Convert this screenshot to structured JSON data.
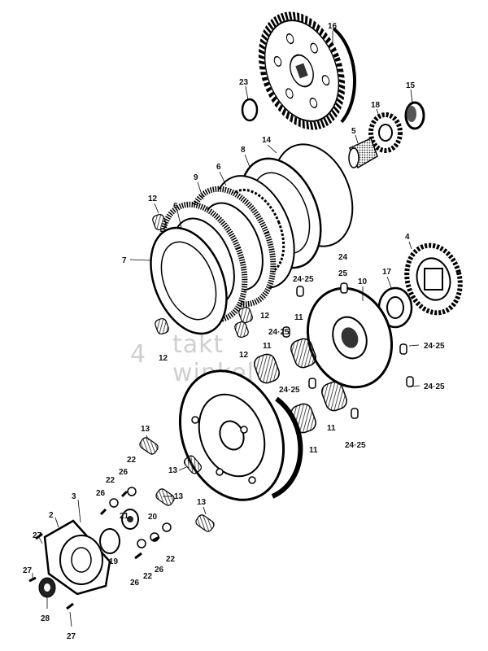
{
  "diagram": {
    "watermark": {
      "digit": "4",
      "line1": "takt",
      "line2": "winkel"
    },
    "callouts": [
      {
        "id": "c16",
        "text": "16"
      },
      {
        "id": "c23",
        "text": "23"
      },
      {
        "id": "c15",
        "text": "15"
      },
      {
        "id": "c18",
        "text": "18"
      },
      {
        "id": "c5",
        "text": "5"
      },
      {
        "id": "c8",
        "text": "8"
      },
      {
        "id": "c14",
        "text": "14"
      },
      {
        "id": "c9",
        "text": "9"
      },
      {
        "id": "c6a",
        "text": "6"
      },
      {
        "id": "c6b",
        "text": "6"
      },
      {
        "id": "c12a",
        "text": "12"
      },
      {
        "id": "c7",
        "text": "7"
      },
      {
        "id": "c4",
        "text": "4"
      },
      {
        "id": "c24a",
        "text": "24"
      },
      {
        "id": "c25a",
        "text": "25"
      },
      {
        "id": "c17",
        "text": "17"
      },
      {
        "id": "c10",
        "text": "10"
      },
      {
        "id": "c2425a",
        "text": "24·25"
      },
      {
        "id": "c12b",
        "text": "12"
      },
      {
        "id": "c11a",
        "text": "11"
      },
      {
        "id": "c2425b",
        "text": "24·25"
      },
      {
        "id": "c12c",
        "text": "12"
      },
      {
        "id": "c12d",
        "text": "12"
      },
      {
        "id": "c11b",
        "text": "11"
      },
      {
        "id": "c2425c",
        "text": "24·25"
      },
      {
        "id": "c2425d",
        "text": "24·25"
      },
      {
        "id": "c2425e",
        "text": "24·25"
      },
      {
        "id": "c11c",
        "text": "11"
      },
      {
        "id": "c11d",
        "text": "11"
      },
      {
        "id": "c2425f",
        "text": "24·25"
      },
      {
        "id": "c13a",
        "text": "13"
      },
      {
        "id": "c13b",
        "text": "13"
      },
      {
        "id": "c13c",
        "text": "13"
      },
      {
        "id": "c13d",
        "text": "13"
      },
      {
        "id": "c22a",
        "text": "22"
      },
      {
        "id": "c26a",
        "text": "26"
      },
      {
        "id": "c22b",
        "text": "22"
      },
      {
        "id": "c26b",
        "text": "26"
      },
      {
        "id": "c3",
        "text": "3"
      },
      {
        "id": "c2",
        "text": "2"
      },
      {
        "id": "c21",
        "text": "21"
      },
      {
        "id": "c20",
        "text": "20"
      },
      {
        "id": "c27a",
        "text": "27"
      },
      {
        "id": "c19",
        "text": "19"
      },
      {
        "id": "c22c",
        "text": "22"
      },
      {
        "id": "c26c",
        "text": "26"
      },
      {
        "id": "c22d",
        "text": "22"
      },
      {
        "id": "c26d",
        "text": "26"
      },
      {
        "id": "c27b",
        "text": "27"
      },
      {
        "id": "c28",
        "text": "28"
      },
      {
        "id": "c27c",
        "text": "27"
      }
    ]
  }
}
